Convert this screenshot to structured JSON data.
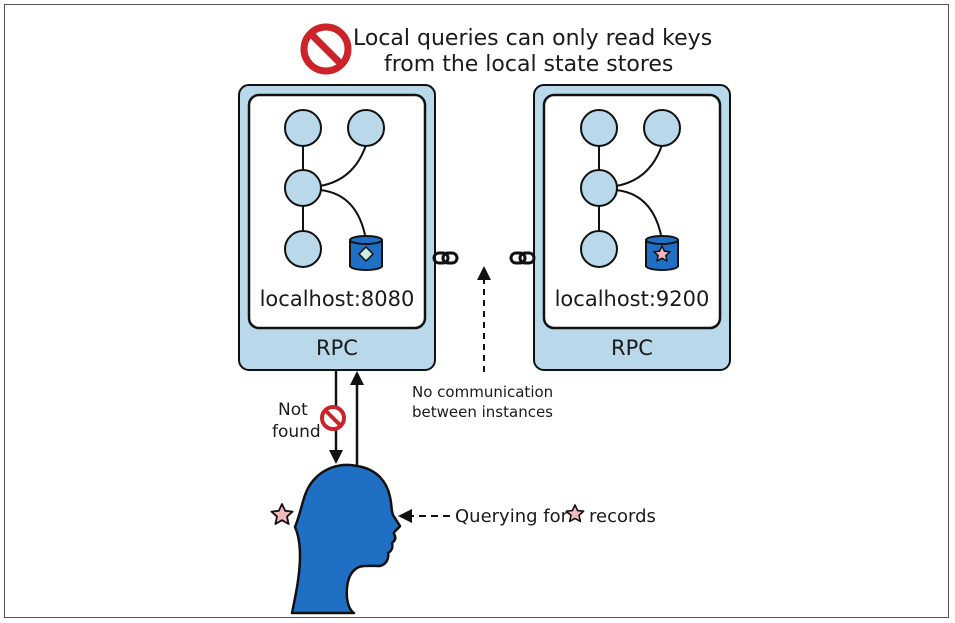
{
  "title": {
    "line1": "Local queries can only read keys",
    "line2": "from the local state stores"
  },
  "instances": [
    {
      "host": "localhost:8080",
      "rpc": "RPC",
      "store_symbol": "diamond"
    },
    {
      "host": "localhost:9200",
      "rpc": "RPC",
      "store_symbol": "star"
    }
  ],
  "annotations": {
    "no_comm_line1": "No communication",
    "no_comm_line2": "between instances",
    "not_found_line1": "Not",
    "not_found_line2": "found",
    "query_prefix": "Querying for",
    "query_suffix": "records"
  },
  "colors": {
    "panel_blue": "#b9d8ea",
    "node_fill": "#b9d8ea",
    "store_blue": "#1f6fc5",
    "head_blue": "#1f6fc5",
    "prohibit_red": "#cc2229",
    "star_pink": "#f2b9c0",
    "diamond_green": "#cdeee4"
  },
  "icons": [
    "prohibited-icon",
    "chain-link-icon",
    "database-icon",
    "star-icon",
    "diamond-icon",
    "person-head-icon"
  ]
}
